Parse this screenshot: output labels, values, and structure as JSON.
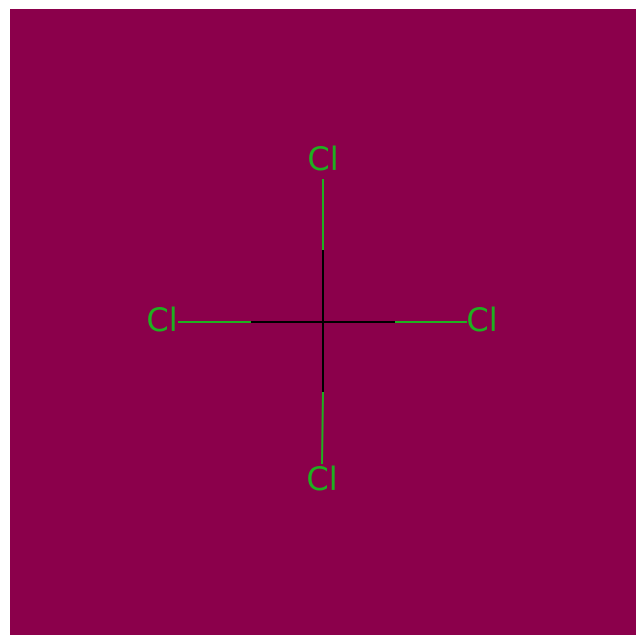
{
  "diagram": {
    "type": "molecule-structure",
    "background_color": "#8B004B",
    "bond_color": "#000000",
    "chlorine_color": "#1FB01F",
    "center_atom": {
      "element": "C",
      "label": ""
    },
    "substituents": [
      {
        "label": "Cl",
        "direction": "up"
      },
      {
        "label": "Cl",
        "direction": "left"
      },
      {
        "label": "Cl",
        "direction": "right"
      },
      {
        "label": "Cl",
        "direction": "down"
      }
    ]
  }
}
